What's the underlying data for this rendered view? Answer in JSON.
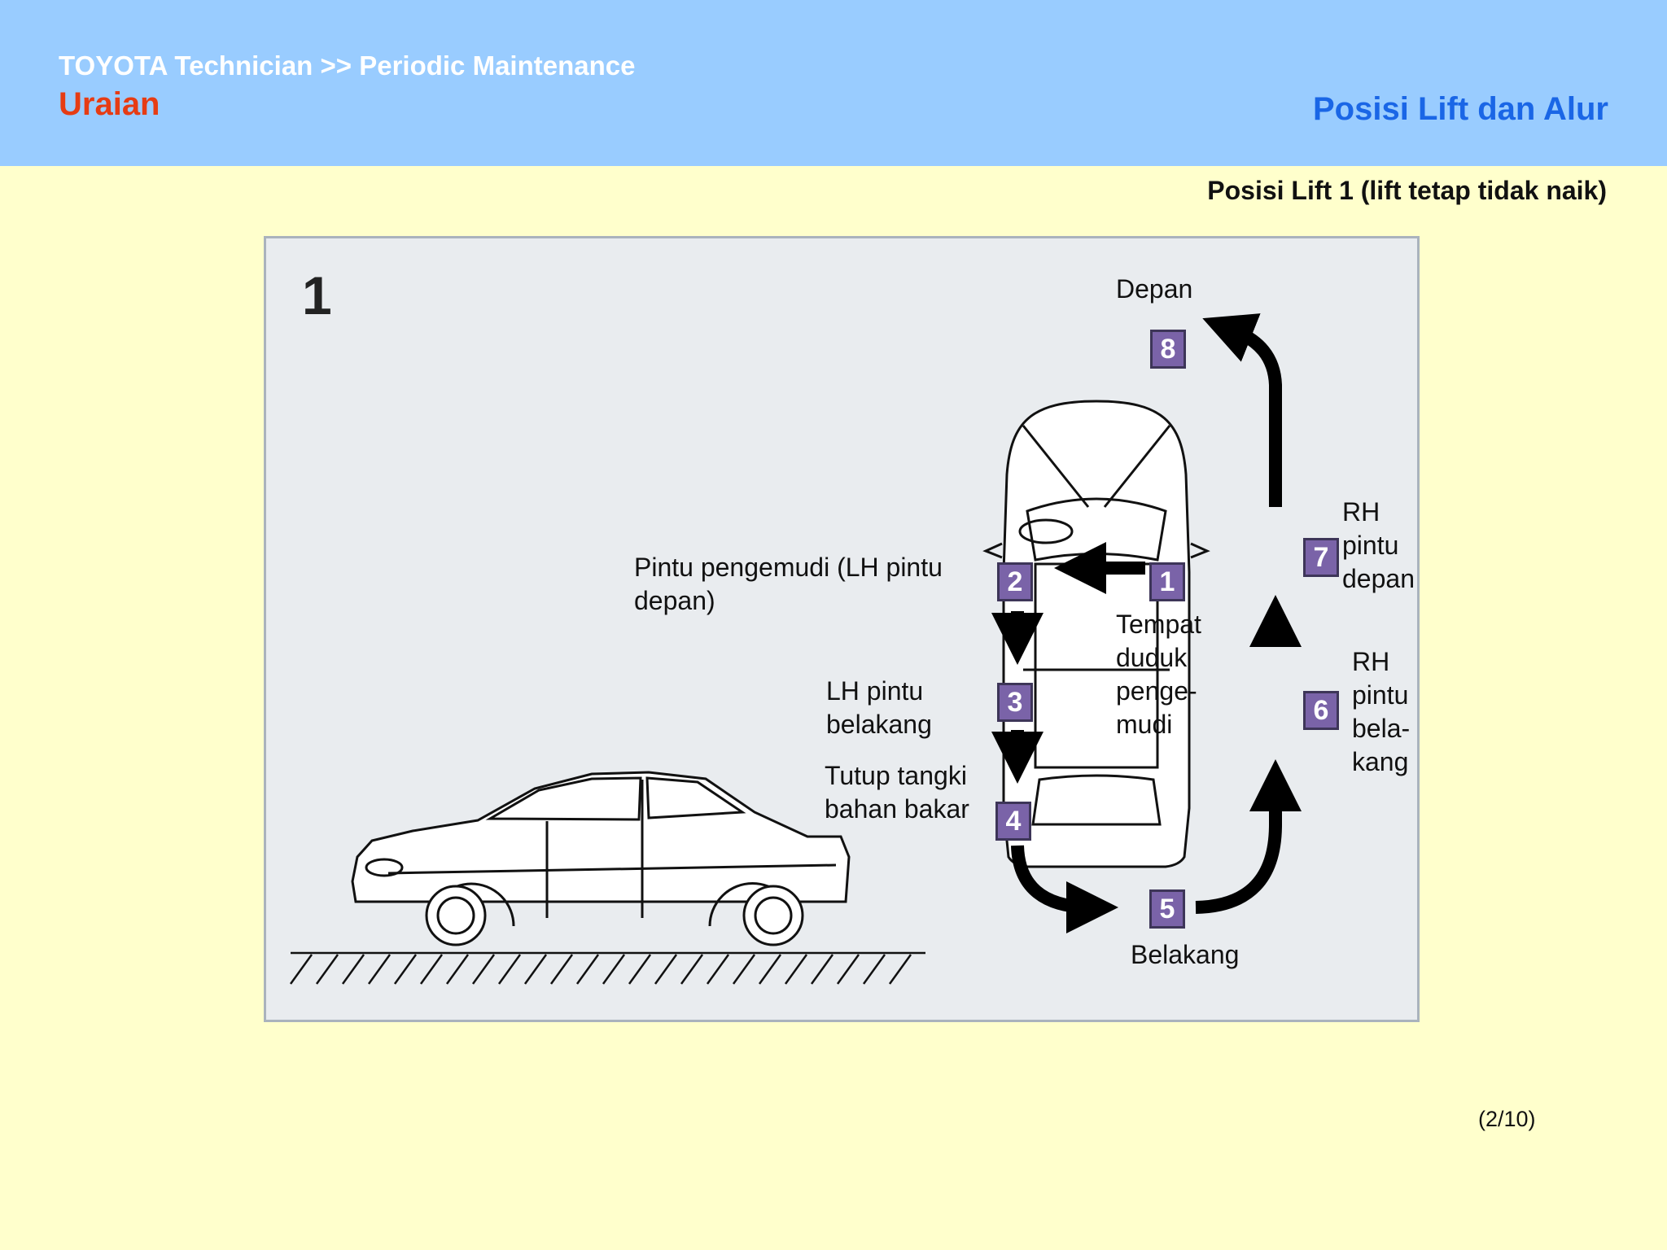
{
  "header": {
    "breadcrumb": "TOYOTA Technician >> Periodic Maintenance",
    "section_title": "Uraian",
    "page_title": "Posisi Lift dan Alur"
  },
  "subtitle": "Posisi Lift 1 (lift tetap tidak naik)",
  "figure": {
    "number": "1",
    "labels": {
      "front": "Depan",
      "rear": "Belakang",
      "driver_door": "Pintu pengemudi (LH pintu\ndepan)",
      "lh_rear_door": "LH pintu\nbelakang",
      "fuel_cap": "Tutup tangki\nbahan bakar",
      "driver_seat": "Tempat\nduduk\npenge-\nmudi",
      "rh_front_door": "RH\npintu\ndepan",
      "rh_rear_door": "RH\npintu\nbela-\nkang"
    },
    "steps": [
      "1",
      "2",
      "3",
      "4",
      "5",
      "6",
      "7",
      "8"
    ]
  },
  "footer": {
    "page_number": "(2/10)"
  },
  "colors": {
    "header_bg": "#99ccff",
    "page_bg": "#ffffcc",
    "section_title": "#e63c14",
    "page_title": "#1a66e6",
    "step_badge": "#7a63a8",
    "figure_bg": "#e9ecef"
  }
}
